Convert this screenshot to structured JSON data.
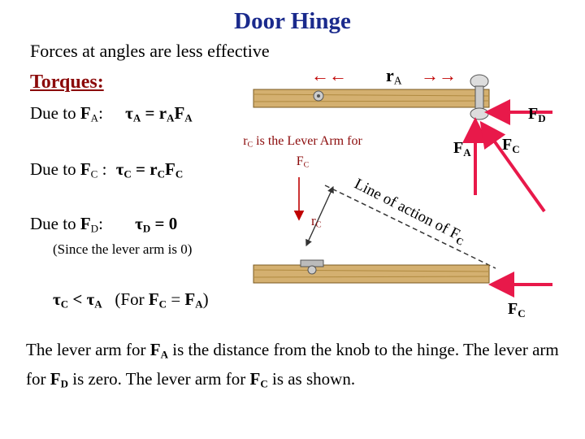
{
  "title": "Door Hinge",
  "subtitle": "Forces at angles are less effective",
  "torques_heading": "Torques:",
  "rows": {
    "a": {
      "prefix": "Due to ",
      "F": "F",
      "Fsub": "A",
      "colon": ":",
      "eq_tau": "τ",
      "eq_tau_sub": "A",
      "eq_rest": " = r",
      "eq_r_sub": "A",
      "eq_F": "F",
      "eq_F_sub": "A"
    },
    "c": {
      "prefix": "Due to ",
      "F": "F",
      "Fsub": "C",
      "colon": " :",
      "eq_tau": "τ",
      "eq_tau_sub": "C",
      "eq_rest": " = r",
      "eq_r_sub": "C",
      "eq_F": "F",
      "eq_F_sub": "C"
    },
    "d": {
      "prefix": "Due to ",
      "F": "F",
      "Fsub": "D",
      "colon": ":",
      "eq_tau": "τ",
      "eq_tau_sub": "D",
      "eq_rest": " = 0"
    }
  },
  "note": "(Since the lever arm is 0)",
  "compare": {
    "tau": "τ",
    "tau_c_sub": "C",
    "lt": " < ",
    "tau2": "τ",
    "tau_a_sub": "A",
    "paren_open": "   (For ",
    "F1": "F",
    "F1_sub": "C",
    "eq": " = ",
    "F2": "F",
    "F2_sub": "A",
    "paren_close": ")"
  },
  "bottom": {
    "p1": "The lever arm for ",
    "F1": "F",
    "F1_sub": "A",
    "p2": " is the distance from the knob to the hinge. The lever arm for ",
    "F2": "F",
    "F2_sub": "D",
    "p3": " is zero. The lever arm for ",
    "F3": "F",
    "F3_sub": "C",
    "p4": " is as shown."
  },
  "diagram": {
    "lever_note_prefix": "r",
    "lever_note_sub": "C",
    "lever_note_text": " is the Lever Arm for F",
    "lever_note_sub2": "C",
    "ra_label": "r",
    "ra_sub": "A",
    "arrows_left": "←←",
    "arrows_right": "→→",
    "rc_label": "r",
    "rc_sub": "C",
    "line_of_action": "Line of action of F",
    "line_of_action_sub": "C",
    "force_D": "F",
    "force_D_sub": "D",
    "force_A": "F",
    "force_A_sub": "A",
    "force_C": "F",
    "force_C_sub": "C",
    "force_C2": "F",
    "force_C2_sub": "C",
    "arrow_color": "#e8194a",
    "door_color": "#d4b070"
  }
}
